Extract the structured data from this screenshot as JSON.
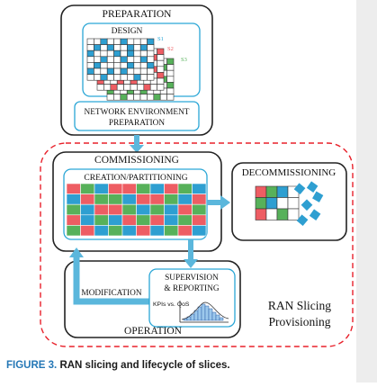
{
  "diagram": {
    "preparation": {
      "title": "PREPARATION",
      "design": {
        "label": "DESIGN",
        "slice_labels": [
          "S1",
          "S2",
          "S3"
        ],
        "grid_rows": [
          "WWBWWBWWWB",
          "WBWBWWBWBW",
          "BWWWBWBWWW",
          "WWBWWBWWBW",
          "WBWWWWBWWB",
          "BWWBWBWWWW",
          "WWBWWWWBWW"
        ]
      },
      "network_env_line1": "NETWORK ENVIRONMENT",
      "network_env_line2": "PREPARATION"
    },
    "commissioning": {
      "title": "COMMISSIONING",
      "creation_label": "CREATION/PARTITIONING",
      "grid_rows": [
        "RGBRRGBRGB",
        "BRGGBRRGBR",
        "GBRRGBGBRG",
        "RBGBRGRBGR",
        "GRBGBRBGRB"
      ]
    },
    "decommissioning": {
      "title": "DECOMMISSIONING",
      "grid_rows": [
        "RGBW",
        "GBWW",
        "RWGW"
      ]
    },
    "operation": {
      "title": "OPERATION",
      "modification_label": "MODIFICATION",
      "supervision_line1": "SUPERVISION",
      "supervision_line2": "& REPORTING",
      "kpi_label": "KPIs vs. QoS"
    },
    "provisioning_line1": "RAN Slicing",
    "provisioning_line2": "Provisioning"
  },
  "caption": {
    "figure_number": "FIGURE 3.",
    "text": "RAN slicing and lifecycle of slices."
  },
  "colors": {
    "cyan_accent": "#2aa6d6",
    "arrow_blue": "#5bb7dc",
    "slice_red": "#ee5d63",
    "slice_green": "#57b15a",
    "slice_blue": "#2e9fd1",
    "dashed_red": "#e8202a",
    "caption_blue": "#2477b6"
  }
}
